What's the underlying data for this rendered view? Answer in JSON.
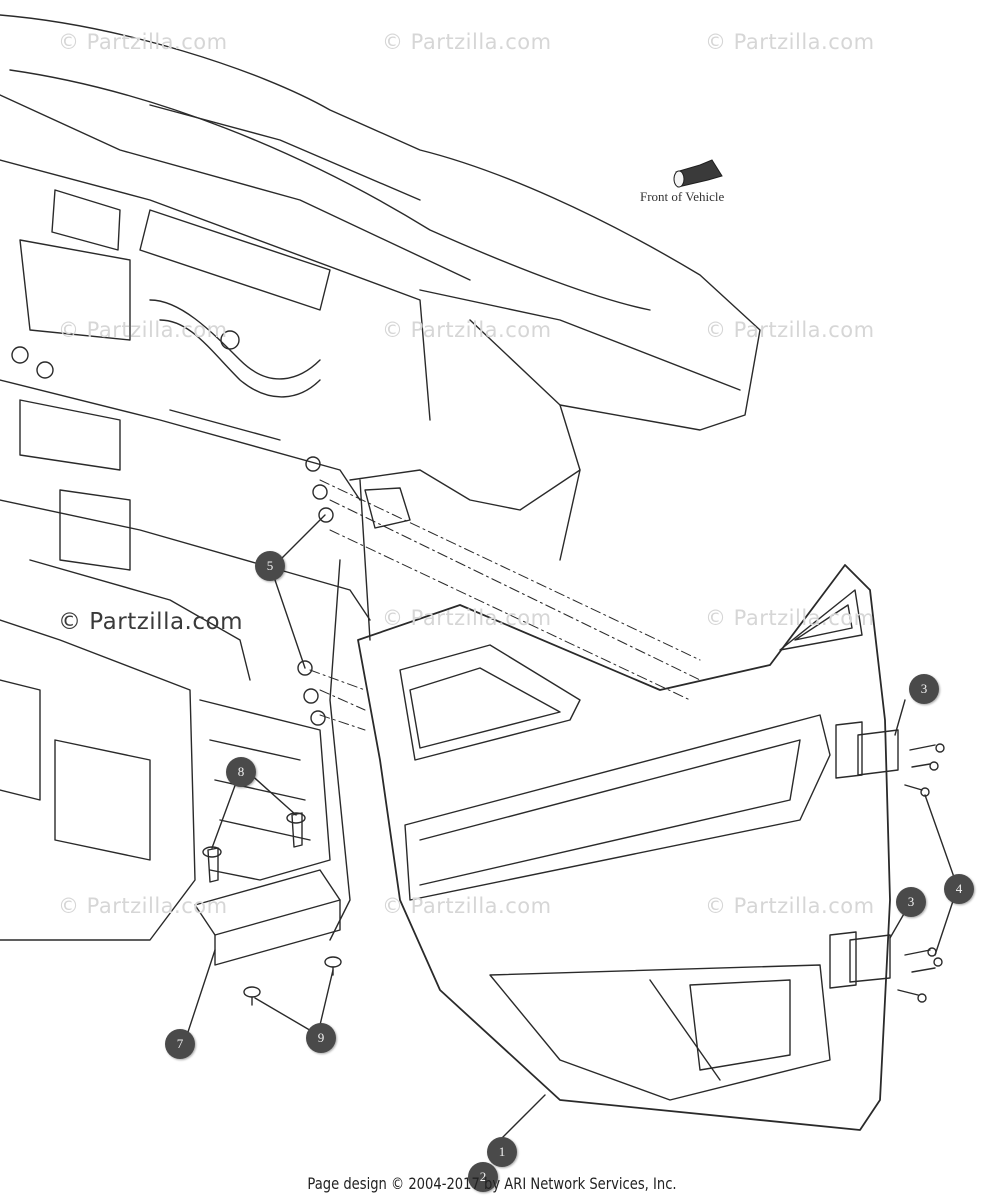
{
  "watermark_text": "© Partzilla.com",
  "orientation": {
    "label": "Front of Vehicle",
    "icon": "arrow-icon"
  },
  "callouts": [
    "1",
    "2",
    "3",
    "3",
    "4",
    "5",
    "7",
    "8",
    "9"
  ],
  "footer": "Page design © 2004-2017 by ARI Network Services, Inc.",
  "colors": {
    "line": "#2a2a2a",
    "callout": "#4a4a4a",
    "watermark": "#d6d6d6"
  }
}
